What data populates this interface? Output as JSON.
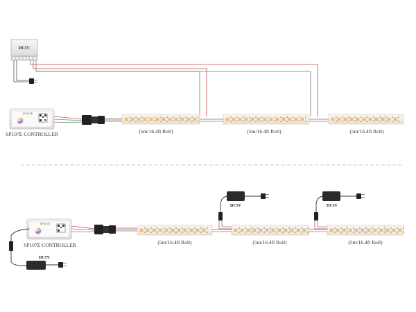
{
  "top": {
    "psu_label": "DC5V",
    "controller_label": "SP107E CONTROLLER",
    "controller_badge": "SP107E",
    "roll_labels": [
      "(5m/16.4ft Roll)",
      "(5m/16.4ft Roll)",
      "(5m/16.4ft Roll)"
    ]
  },
  "bottom": {
    "controller_label": "SP107E CONTROLLER",
    "controller_badge": "SP107E",
    "adapter_labels": [
      "DC5V",
      "DC5V",
      "DC5V"
    ],
    "roll_labels": [
      "(5m/16.4ft Roll)",
      "(5m/16.4ft Roll)",
      "(5m/16.4ft Roll)"
    ]
  },
  "colors": {
    "strip": "#f3ede2",
    "led": "#f6c27c",
    "wire_red": "#c94b4b",
    "wire_gray": "#777777",
    "wire_green": "#3aa56a",
    "adapter": "#2b2b2b",
    "divider": "#bbbbbb"
  }
}
